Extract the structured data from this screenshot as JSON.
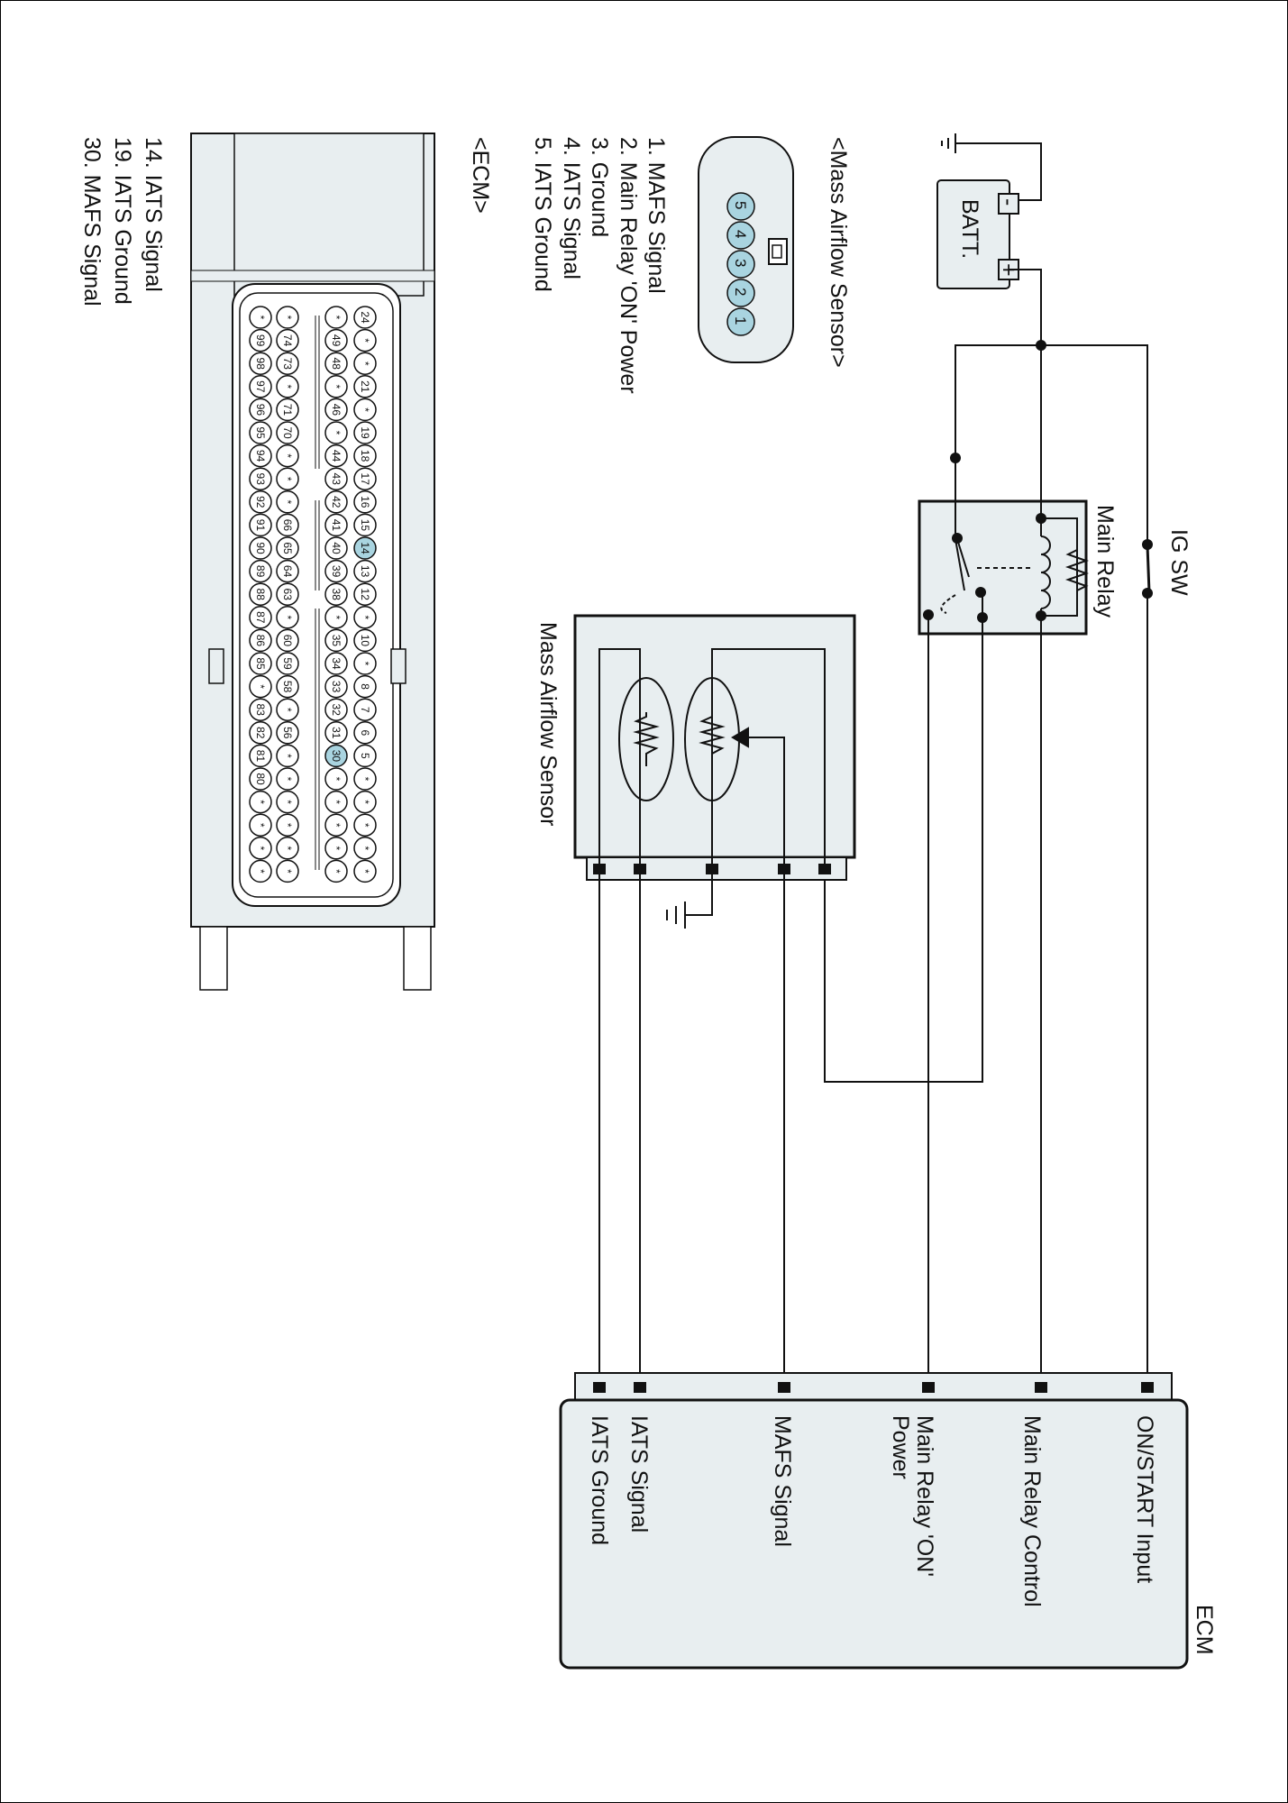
{
  "battery": {
    "label": "BATT.",
    "minus": "-",
    "plus": "+"
  },
  "ig_switch": {
    "label": "IG SW"
  },
  "main_relay": {
    "label": "Main Relay"
  },
  "maf_block": {
    "label": "Mass Airflow Sensor"
  },
  "ecm_block": {
    "title": "ECM",
    "pins": [
      "ON/START Input",
      "Main Relay Control",
      "Main Relay 'ON'",
      "Power",
      "MAFS Signal",
      "IATS Signal",
      "IATS Ground"
    ]
  },
  "maf_connector": {
    "title": "<Mass Airflow Sensor>",
    "pins": [
      "1. MAFS Signal",
      "2. Main Relay 'ON' Power",
      "3. Ground",
      "4. IATS Signal",
      "5. IATS Ground"
    ],
    "pin_numbers": [
      "1",
      "2",
      "3",
      "4",
      "5"
    ]
  },
  "ecm_connector": {
    "title": "<ECM>",
    "pins": [
      "14. IATS Signal",
      "19. IATS Ground",
      "30. MAFS Signal"
    ],
    "highlighted": [
      "14",
      "30"
    ],
    "rows": [
      [
        "24",
        "*",
        "*",
        "21",
        "*",
        "19",
        "18",
        "17",
        "16",
        "15",
        "14",
        "13",
        "12",
        "*",
        "10",
        "*",
        "8",
        "7",
        "6",
        "5",
        "*",
        "*",
        "*",
        "*",
        "*"
      ],
      [
        "*",
        "49",
        "48",
        "*",
        "46",
        "*",
        "44",
        "43",
        "42",
        "41",
        "40",
        "39",
        "38",
        "*",
        "35",
        "34",
        "33",
        "32",
        "31",
        "30",
        "*",
        "*",
        "*",
        "*",
        "*"
      ],
      [
        "*",
        "74",
        "73",
        "*",
        "71",
        "70",
        "*",
        "*",
        "*",
        "66",
        "65",
        "64",
        "63",
        "*",
        "60",
        "59",
        "58",
        "*",
        "56",
        "*",
        "*",
        "*",
        "*",
        "*",
        "*"
      ],
      [
        "*",
        "99",
        "98",
        "97",
        "96",
        "95",
        "94",
        "93",
        "92",
        "91",
        "90",
        "89",
        "88",
        "87",
        "86",
        "85",
        "*",
        "83",
        "82",
        "81",
        "80",
        "*",
        "*",
        "*",
        "*"
      ]
    ]
  },
  "colors": {
    "fill": "#e8eef0",
    "highlight": "#a9d4e0",
    "line": "#111111"
  }
}
